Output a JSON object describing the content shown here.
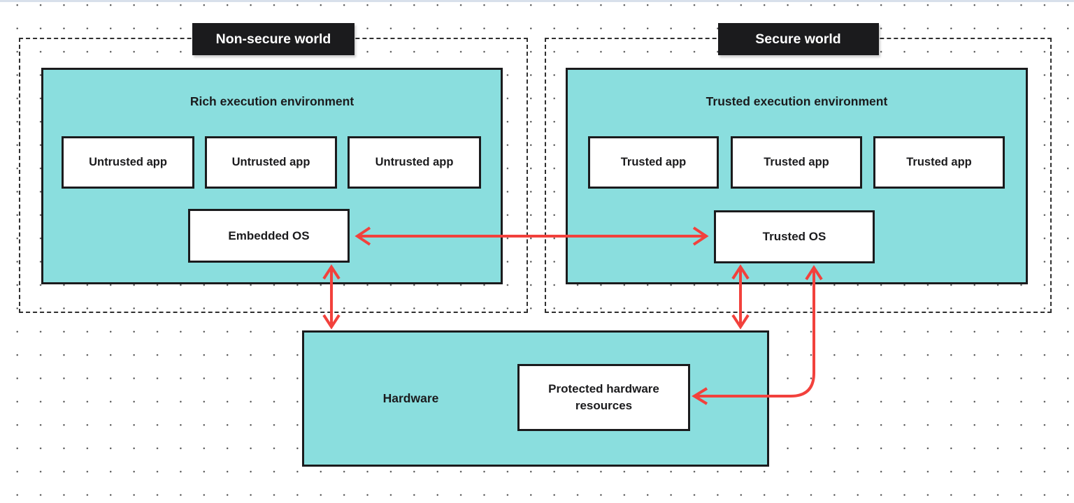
{
  "colors": {
    "teal": "#8ADEDE",
    "ink": "#1B1B1D",
    "red": "#F2413C",
    "dash": "#2F2F2F",
    "dot": "#4A4A4A",
    "strip": "#D8E0EB",
    "white": "#FFFFFF"
  },
  "worlds": [
    {
      "label": "Non-secure world",
      "environment": {
        "title": "Rich execution environment",
        "apps": [
          "Untrusted app",
          "Untrusted app",
          "Untrusted app"
        ],
        "os": "Embedded OS"
      }
    },
    {
      "label": "Secure world",
      "environment": {
        "title": "Trusted execution environment",
        "apps": [
          "Trusted app",
          "Trusted app",
          "Trusted app"
        ],
        "os": "Trusted OS"
      }
    }
  ],
  "hardware": {
    "label": "Hardware",
    "protected_resources": "Protected hardware resources"
  },
  "connections": [
    {
      "from": "Embedded OS",
      "to": "Trusted OS",
      "bidirectional": true
    },
    {
      "from": "Embedded OS",
      "to": "Hardware",
      "bidirectional": true
    },
    {
      "from": "Trusted OS",
      "to": "Hardware",
      "bidirectional": true
    },
    {
      "from": "Trusted OS",
      "to": "Protected hardware resources",
      "bidirectional": true
    }
  ]
}
